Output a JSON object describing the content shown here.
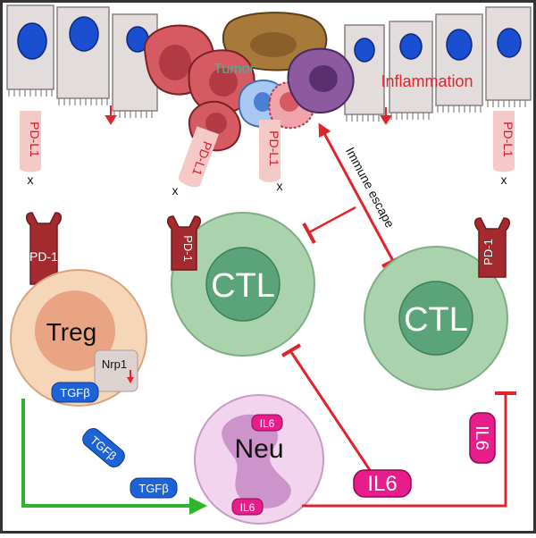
{
  "labels": {
    "tumor": "Tumor",
    "inflammation": "Inflammation",
    "immune_escape": "Immune escape",
    "pdl1": "PD-L1",
    "pd1": "PD-1",
    "x_mark": "x",
    "ctl": "CTL",
    "treg": "Treg",
    "nrp1": "Nrp1",
    "tgfb": "TGFβ",
    "neu": "Neu",
    "il6": "IL6"
  },
  "colors": {
    "frame": "#333333",
    "epithelium": "#e3dcdc",
    "nucleus": "#1a4fd1",
    "pdl1_fill": "#f6c9c9",
    "pdl1_text": "#d11f2a",
    "pd1_fill": "#a32a2e",
    "ctl_outer": "#a9d2ad",
    "ctl_inner": "#5ba47a",
    "treg_outer": "#f6d6b8",
    "treg_inner": "#e9a483",
    "neu_fill": "#f2d4ee",
    "neu_nucleus": "#c98cc7",
    "tgfb_fill": "#1e63d6",
    "il6_fill": "#e81c8a",
    "inhibit_red": "#e3232b",
    "green_arrow": "#2fb52b",
    "tumor_text": "#2bbf9a",
    "inflammation_text": "#e3232b"
  }
}
